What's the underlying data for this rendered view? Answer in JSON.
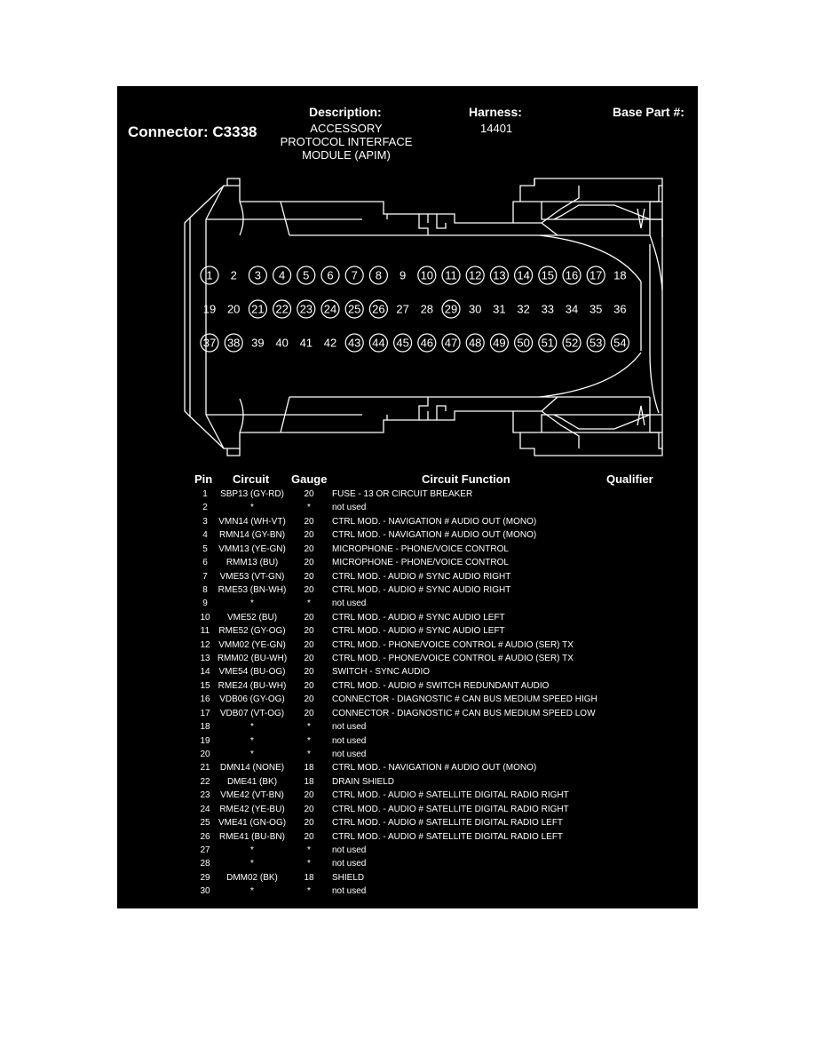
{
  "header": {
    "connector": "Connector: C3338",
    "description_label": "Description:",
    "description_lines": [
      "ACCESSORY",
      "PROTOCOL INTERFACE",
      "MODULE (APIM)"
    ],
    "harness_label": "Harness:",
    "harness_value": "14401",
    "base_part_label": "Base Part #:"
  },
  "connector_face": {
    "rows": [
      [
        "1",
        "2",
        "3",
        "4",
        "5",
        "6",
        "7",
        "8",
        "9",
        "10",
        "11",
        "12",
        "13",
        "14",
        "15",
        "16",
        "17",
        "18"
      ],
      [
        "19",
        "20",
        "21",
        "22",
        "23",
        "24",
        "25",
        "26",
        "27",
        "28",
        "29",
        "30",
        "31",
        "32",
        "33",
        "34",
        "35",
        "36"
      ],
      [
        "37",
        "38",
        "39",
        "40",
        "41",
        "42",
        "43",
        "44",
        "45",
        "46",
        "47",
        "48",
        "49",
        "50",
        "51",
        "52",
        "53",
        "54"
      ]
    ],
    "circled_pins": [
      "1",
      "3",
      "4",
      "5",
      "6",
      "7",
      "8",
      "10",
      "11",
      "12",
      "13",
      "14",
      "15",
      "16",
      "17",
      "21",
      "22",
      "23",
      "24",
      "25",
      "26",
      "29",
      "37",
      "38",
      "43",
      "44",
      "45",
      "46",
      "47",
      "48",
      "49",
      "50",
      "51",
      "52",
      "53",
      "54"
    ]
  },
  "table": {
    "headers": {
      "pin": "Pin",
      "circuit": "Circuit",
      "gauge": "Gauge",
      "function": "Circuit Function",
      "qualifier": "Qualifier"
    },
    "rows": [
      {
        "pin": "1",
        "circuit": "SBP13 (GY-RD)",
        "gauge": "20",
        "function": "FUSE - 13 OR CIRCUIT BREAKER"
      },
      {
        "pin": "2",
        "circuit": "*",
        "gauge": "*",
        "function": "not used"
      },
      {
        "pin": "3",
        "circuit": "VMN14 (WH-VT)",
        "gauge": "20",
        "function": "CTRL MOD. - NAVIGATION # AUDIO OUT (MONO)"
      },
      {
        "pin": "4",
        "circuit": "RMN14 (GY-BN)",
        "gauge": "20",
        "function": "CTRL MOD. - NAVIGATION # AUDIO OUT (MONO)"
      },
      {
        "pin": "5",
        "circuit": "VMM13 (YE-GN)",
        "gauge": "20",
        "function": "MICROPHONE - PHONE/VOICE CONTROL"
      },
      {
        "pin": "6",
        "circuit": "RMM13 (BU)",
        "gauge": "20",
        "function": "MICROPHONE - PHONE/VOICE CONTROL"
      },
      {
        "pin": "7",
        "circuit": "VME53 (VT-GN)",
        "gauge": "20",
        "function": "CTRL MOD. - AUDIO # SYNC AUDIO RIGHT"
      },
      {
        "pin": "8",
        "circuit": "RME53 (BN-WH)",
        "gauge": "20",
        "function": "CTRL MOD. - AUDIO # SYNC AUDIO RIGHT"
      },
      {
        "pin": "9",
        "circuit": "*",
        "gauge": "*",
        "function": "not used"
      },
      {
        "pin": "10",
        "circuit": "VME52 (BU)",
        "gauge": "20",
        "function": "CTRL MOD. - AUDIO # SYNC AUDIO LEFT"
      },
      {
        "pin": "11",
        "circuit": "RME52 (GY-OG)",
        "gauge": "20",
        "function": "CTRL MOD. - AUDIO # SYNC AUDIO LEFT"
      },
      {
        "pin": "12",
        "circuit": "VMM02 (YE-GN)",
        "gauge": "20",
        "function": "CTRL MOD. - PHONE/VOICE CONTROL # AUDIO (SER) TX"
      },
      {
        "pin": "13",
        "circuit": "RMM02 (BU-WH)",
        "gauge": "20",
        "function": "CTRL MOD. - PHONE/VOICE CONTROL # AUDIO (SER) TX"
      },
      {
        "pin": "14",
        "circuit": "VME54 (BU-OG)",
        "gauge": "20",
        "function": "SWITCH - SYNC AUDIO"
      },
      {
        "pin": "15",
        "circuit": "RME24 (BU-WH)",
        "gauge": "20",
        "function": "CTRL MOD. - AUDIO # SWITCH REDUNDANT AUDIO"
      },
      {
        "pin": "16",
        "circuit": "VDB06 (GY-OG)",
        "gauge": "20",
        "function": "CONNECTOR - DIAGNOSTIC # CAN BUS MEDIUM SPEED HIGH"
      },
      {
        "pin": "17",
        "circuit": "VDB07 (VT-OG)",
        "gauge": "20",
        "function": "CONNECTOR - DIAGNOSTIC # CAN BUS MEDIUM SPEED LOW"
      },
      {
        "pin": "18",
        "circuit": "*",
        "gauge": "*",
        "function": "not used"
      },
      {
        "pin": "19",
        "circuit": "*",
        "gauge": "*",
        "function": "not used"
      },
      {
        "pin": "20",
        "circuit": "*",
        "gauge": "*",
        "function": "not used"
      },
      {
        "pin": "21",
        "circuit": "DMN14 (NONE)",
        "gauge": "18",
        "function": "CTRL MOD. - NAVIGATION # AUDIO OUT (MONO)"
      },
      {
        "pin": "22",
        "circuit": "DME41 (BK)",
        "gauge": "18",
        "function": "DRAIN SHIELD"
      },
      {
        "pin": "23",
        "circuit": "VME42 (VT-BN)",
        "gauge": "20",
        "function": "CTRL MOD. - AUDIO # SATELLITE DIGITAL RADIO RIGHT"
      },
      {
        "pin": "24",
        "circuit": "RME42 (YE-BU)",
        "gauge": "20",
        "function": "CTRL MOD. - AUDIO # SATELLITE DIGITAL RADIO RIGHT"
      },
      {
        "pin": "25",
        "circuit": "VME41 (GN-OG)",
        "gauge": "20",
        "function": "CTRL MOD. - AUDIO # SATELLITE DIGITAL RADIO LEFT"
      },
      {
        "pin": "26",
        "circuit": "RME41 (BU-BN)",
        "gauge": "20",
        "function": "CTRL MOD. - AUDIO # SATELLITE DIGITAL RADIO LEFT"
      },
      {
        "pin": "27",
        "circuit": "*",
        "gauge": "*",
        "function": "not used"
      },
      {
        "pin": "28",
        "circuit": "*",
        "gauge": "*",
        "function": "not used"
      },
      {
        "pin": "29",
        "circuit": "DMM02 (BK)",
        "gauge": "18",
        "function": "SHIELD"
      },
      {
        "pin": "30",
        "circuit": "*",
        "gauge": "*",
        "function": "not used"
      }
    ]
  }
}
